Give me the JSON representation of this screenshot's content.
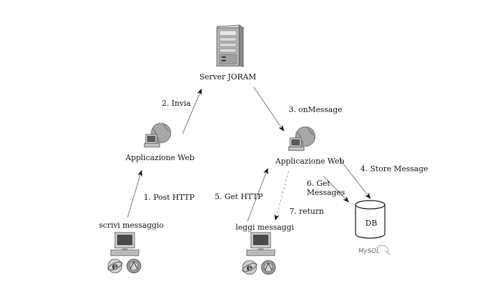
{
  "nodes": {
    "server": "Server JORAM",
    "app_left": "Applicazione Web",
    "app_right": "Applicazione Web",
    "client_left": "scrivi messaggio",
    "client_right": "leggi messaggi",
    "db": "DB",
    "db_logo": "MySQL"
  },
  "edges": {
    "e1": "1. Post HTTP",
    "e2": "2. Invia",
    "e3": "3. onMessage",
    "e4": "4. Store Message",
    "e5": "5. Get HTTP",
    "e6_line1": "6. Get",
    "e6_line2": "Messages",
    "e7": "7. return"
  },
  "icons": {
    "server": "server-tower-icon",
    "globe": "computer-globe-icon",
    "workstation": "desktop-computer-icon",
    "browser_ie": "internet-explorer-icon",
    "browser_netscape": "netscape-icon",
    "database": "database-cylinder-icon",
    "mysql": "mysql-logo-icon"
  }
}
